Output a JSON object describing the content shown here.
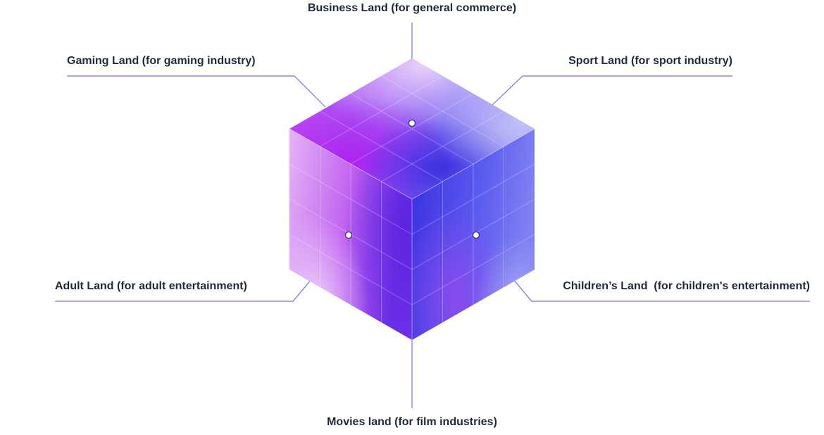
{
  "diagram": {
    "labels": {
      "business": "Business Land (for general commerce)",
      "gaming": "Gaming Land (for gaming industry)",
      "sport": "Sport Land (for sport industry)",
      "adult": "Adult Land (for adult entertainment)",
      "children": "Children’s Land  (for children's entertainment)",
      "movies": "Movies land (for film industries)"
    },
    "colors": {
      "line": "#7c6ee0",
      "text": "#1f2937",
      "magenta": "#c040f0",
      "blue": "#3d34e0",
      "lavender": "#e6c4f8"
    }
  }
}
